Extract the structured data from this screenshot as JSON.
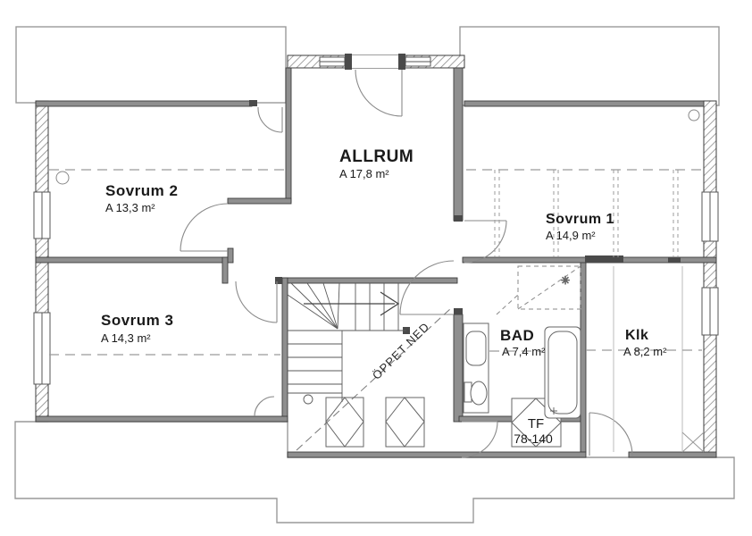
{
  "floor_plan": {
    "rooms": [
      {
        "name": "Sovrum 2",
        "area": "A 13,3 m²"
      },
      {
        "name": "ALLRUM",
        "area": "A 17,8 m²"
      },
      {
        "name": "Sovrum 1",
        "area": "A 14,9 m²"
      },
      {
        "name": "Sovrum 3",
        "area": "A 14,3 m²"
      },
      {
        "name": "BAD",
        "area": "A 7,4 m²"
      },
      {
        "name": "Klk",
        "area": "A 8,2 m²"
      }
    ],
    "annotations": {
      "open_below": "ÖPPET NED",
      "roof_window_label": "TF",
      "roof_window_size": "78-140",
      "fixture_marker": "✳"
    },
    "colors": {
      "background": "#ffffff",
      "wall_fill": "#8f8f8f",
      "wall_edge": "#3c3c3c",
      "thin_line": "#666666",
      "dashed_line": "#9b9b9b",
      "roof_line": "#999999",
      "text": "#1a1a1a"
    }
  }
}
